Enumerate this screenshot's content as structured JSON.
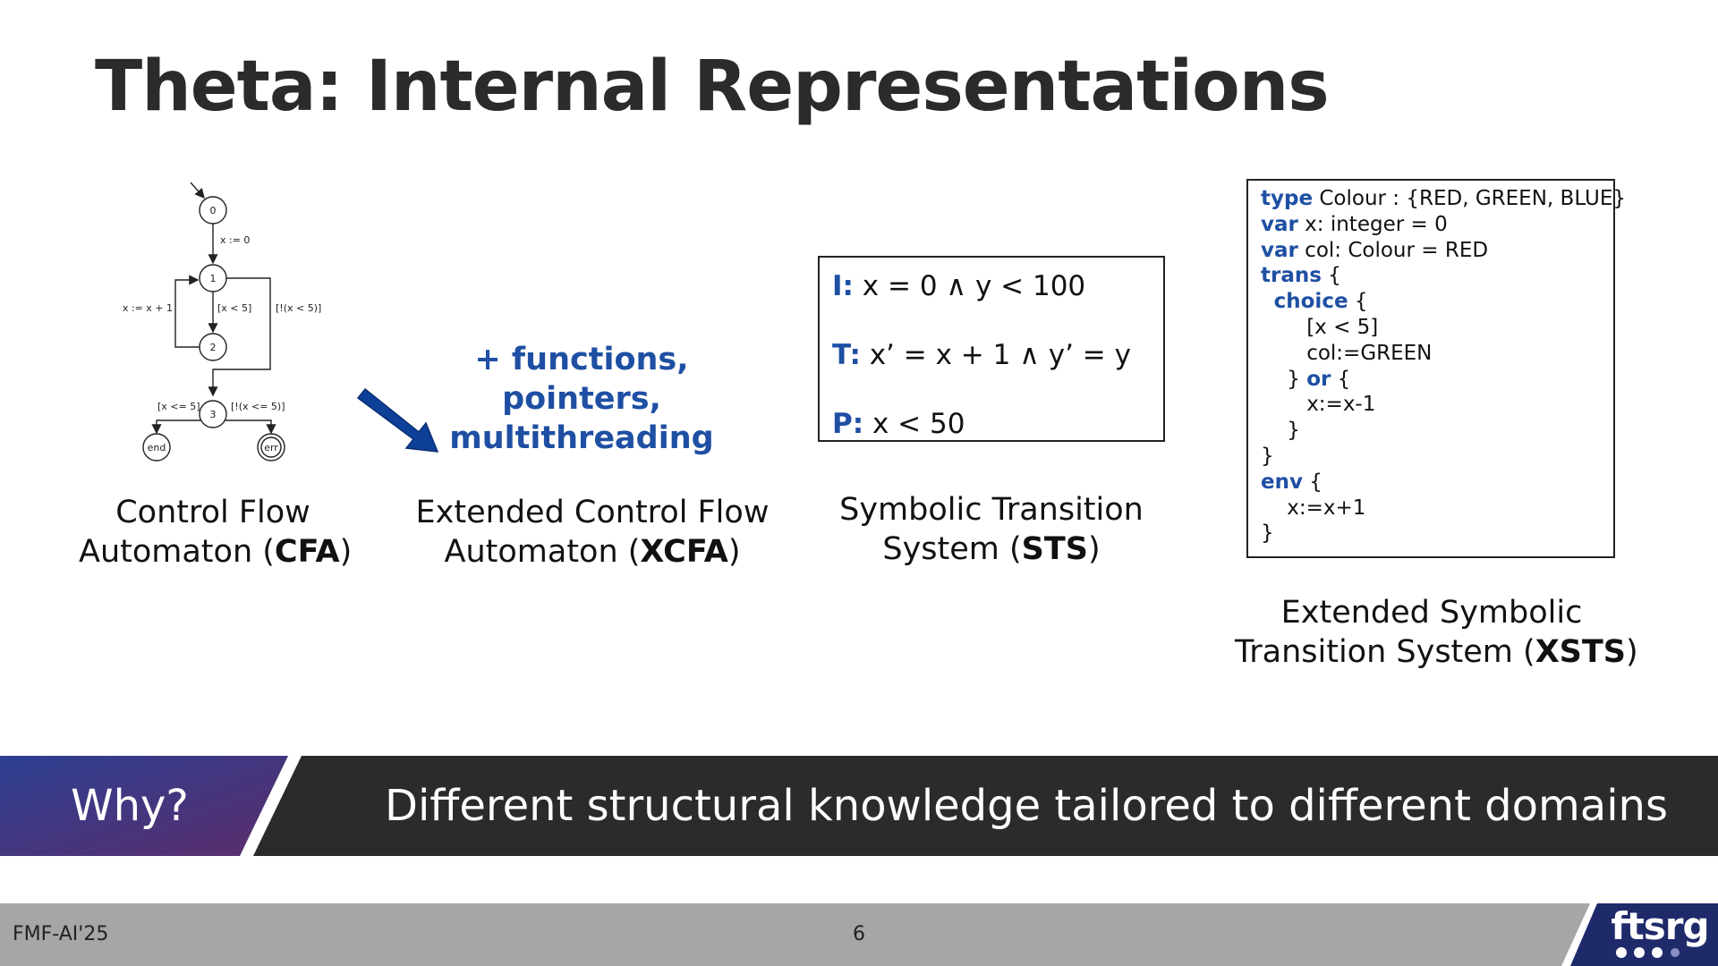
{
  "slide": {
    "title": "Theta: Internal Representations"
  },
  "cfa": {
    "diagram": {
      "nodes": [
        "0",
        "1",
        "2",
        "3",
        "end",
        "err"
      ],
      "edges": [
        "x := 0",
        "x := x + 1",
        "[x < 5]",
        "[!(x < 5)]",
        "[x <= 5]",
        "[!(x <= 5)]"
      ]
    },
    "caption_line1": "Control Flow",
    "caption_line2_prefix": "Automaton (",
    "caption_bold": "CFA",
    "caption_suffix": ")"
  },
  "xcfa": {
    "extension_line1": "+ functions, pointers,",
    "extension_line2": "multithreading",
    "caption_line1": "Extended Control Flow",
    "caption_line2_prefix": "Automaton (",
    "caption_bold": "XCFA",
    "caption_suffix": ")"
  },
  "sts": {
    "lines": [
      {
        "label": "I:",
        "text": " x = 0 ∧ y < 100"
      },
      {
        "label": "T:",
        "text": " x’ = x + 1 ∧ y’ = y"
      },
      {
        "label": "P:",
        "text": " x < 50"
      }
    ],
    "caption_line1": "Symbolic Transition",
    "caption_line2_prefix": "System (",
    "caption_bold": "STS",
    "caption_suffix": ")"
  },
  "xsts": {
    "code": [
      {
        "indent": "",
        "kw": "type",
        "text": " Colour : {RED, GREEN, BLUE}"
      },
      {
        "indent": "",
        "kw": "var",
        "text": " x: integer = 0"
      },
      {
        "indent": "",
        "kw": "var",
        "text": " col: Colour = RED"
      },
      {
        "indent": "",
        "kw": "trans",
        "text": " {"
      },
      {
        "indent": "  ",
        "kw": "choice",
        "text": " {"
      },
      {
        "indent": "       ",
        "kw": "",
        "text": "[x < 5]"
      },
      {
        "indent": "       ",
        "kw": "",
        "text": "col:=GREEN"
      },
      {
        "indent": "    ",
        "kw": "",
        "text": "} "
      },
      {
        "indent": "",
        "kw": "or",
        "text": " {"
      },
      {
        "indent": "       ",
        "kw": "",
        "text": "x:=x-1"
      },
      {
        "indent": "    ",
        "kw": "",
        "text": "}"
      },
      {
        "indent": "",
        "kw": "",
        "text": "}"
      },
      {
        "indent": "",
        "kw": "env",
        "text": " {"
      },
      {
        "indent": "    ",
        "kw": "",
        "text": "x:=x+1"
      },
      {
        "indent": "",
        "kw": "",
        "text": "}"
      }
    ],
    "caption_line1": "Extended Symbolic",
    "caption_line2_prefix": "Transition System (",
    "caption_bold": "XSTS",
    "caption_suffix": ")"
  },
  "why": {
    "label": "Why?",
    "text": "Different structural knowledge tailored to different domains"
  },
  "footer": {
    "event": "FMF-AI'25",
    "page_number": "6",
    "logo_text": "ftsrg"
  },
  "colors": {
    "accent_blue": "#1e4fa3",
    "arrow_blue": "#0e3f99",
    "dark_band": "#2b2b2b",
    "why_gradient_start": "#2d3f92",
    "why_gradient_end": "#5b2d6b",
    "footer_gray": "#a6a6a6",
    "logo_navy": "#1f2a6b"
  }
}
